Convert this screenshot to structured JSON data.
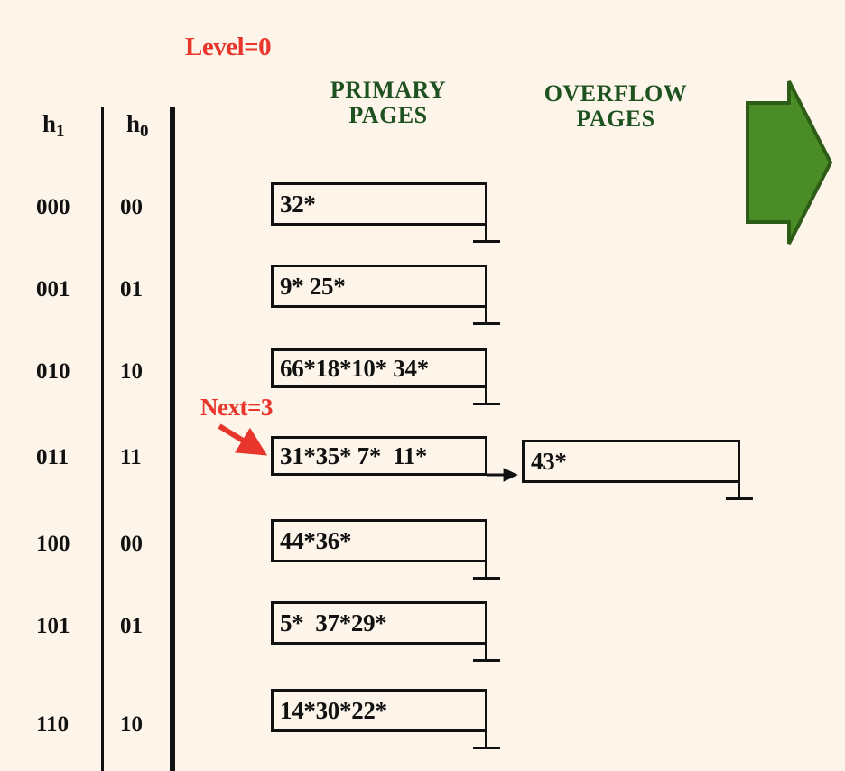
{
  "diagram": {
    "title_labels": {
      "level": "Level=0",
      "next": "Next=3",
      "primary_pages": "PRIMARY\nPAGES",
      "overflow_pages": "OVERFLOW\nPAGES"
    },
    "colors": {
      "background": "#FDF5EA",
      "red_accent": "#E8362C",
      "green_heading": "#1E5220",
      "green_arrow_fill": "#4A8C26",
      "green_arrow_border": "#2D5C16",
      "ink": "#111111"
    },
    "columns": {
      "h1_header": "h",
      "h1_subscript": "1",
      "h0_header": "h",
      "h0_subscript": "0"
    },
    "rows": [
      {
        "h1": "000",
        "h0": "00",
        "contents": "32*",
        "overflow": null
      },
      {
        "h1": "001",
        "h0": "01",
        "contents": "9* 25*",
        "overflow": null
      },
      {
        "h1": "010",
        "h0": "10",
        "contents": "66*18*10* 34*",
        "overflow": null
      },
      {
        "h1": "011",
        "h0": "11",
        "contents": "31*35* 7*  11*",
        "overflow": "43*"
      },
      {
        "h1": "100",
        "h0": "00",
        "contents": "44*36*",
        "overflow": null
      },
      {
        "h1": "101",
        "h0": "01",
        "contents": "5*  37*29*",
        "overflow": null
      },
      {
        "h1": "110",
        "h0": "10",
        "contents": "14*30*22*",
        "overflow": null
      }
    ]
  }
}
